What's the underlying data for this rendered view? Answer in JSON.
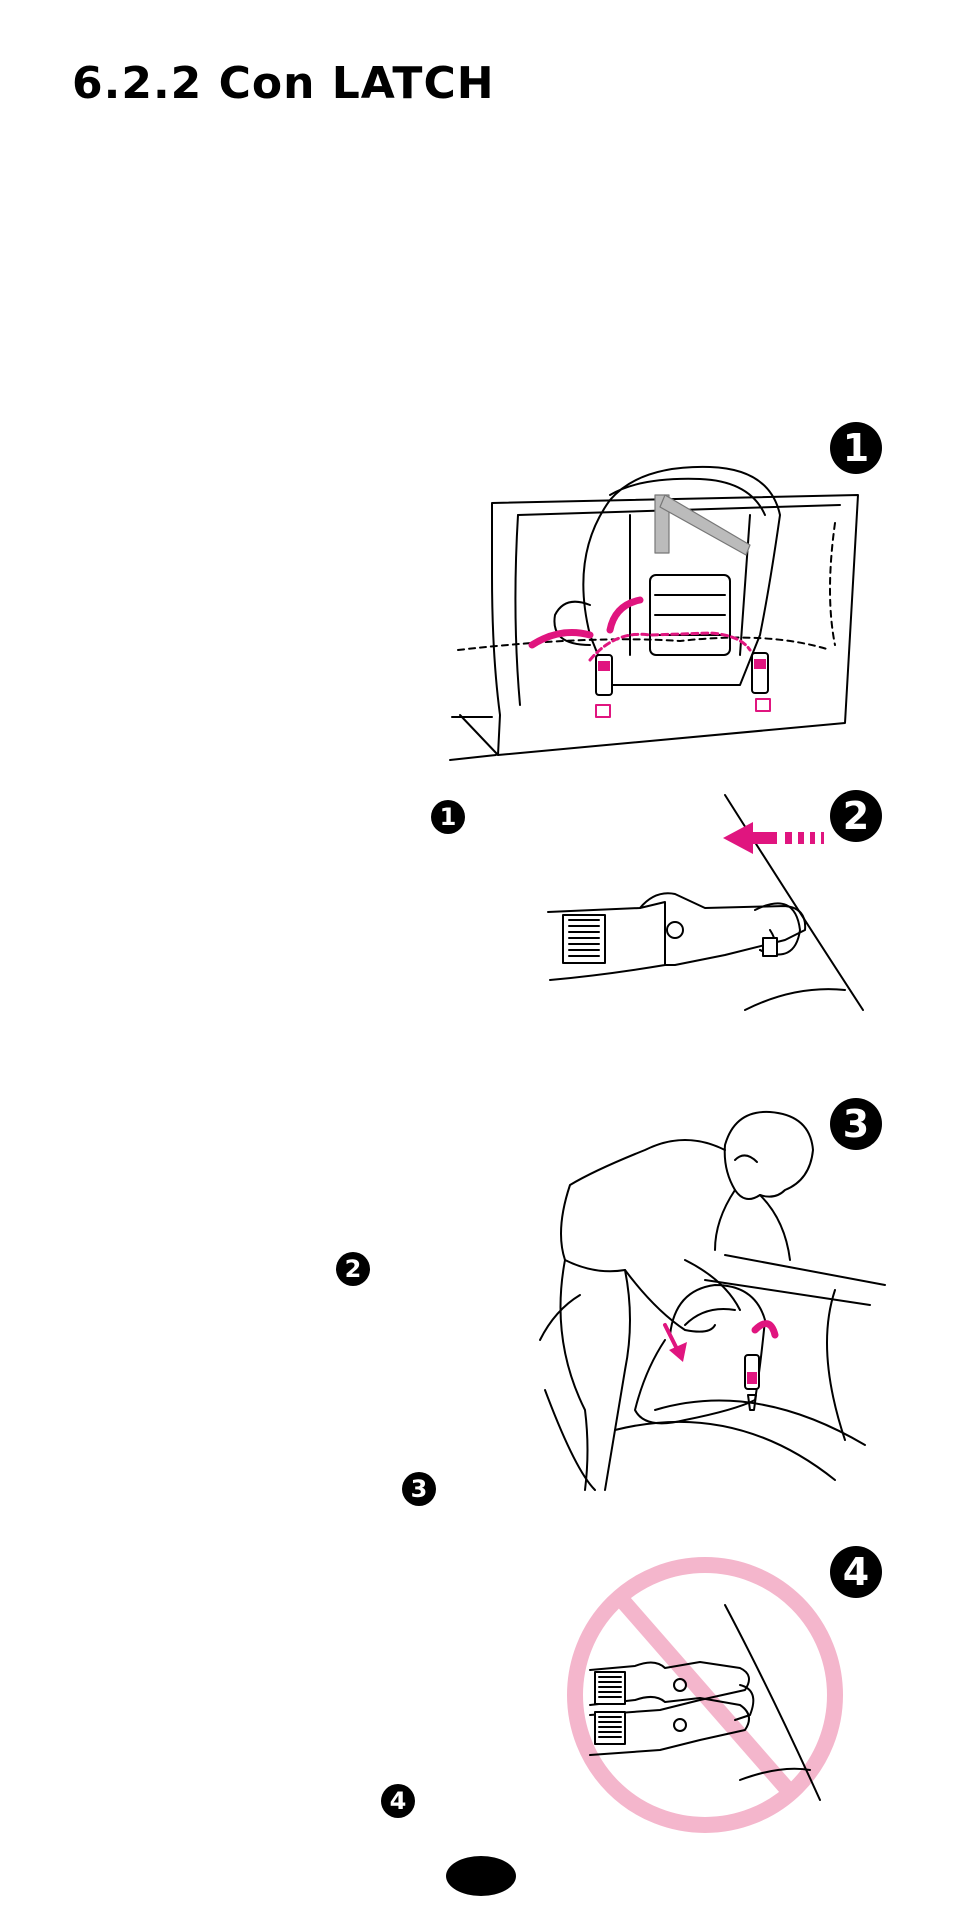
{
  "heading": "6.2.2 Con LATCH",
  "step_markers": {
    "figure_1": "1",
    "figure_2": "2",
    "figure_3": "3",
    "figure_4": "4"
  },
  "text_refs": [
    "1",
    "2",
    "3",
    "4"
  ],
  "colors": {
    "accent": "#e0157f",
    "prohibition": "#f4b6cc",
    "ink": "#000000"
  },
  "figures": [
    {
      "id": "figure-1",
      "depicts": "car seat attached with LATCH connectors to vehicle seat"
    },
    {
      "id": "figure-2",
      "depicts": "LATCH connector clipping onto anchor bar"
    },
    {
      "id": "figure-3",
      "depicts": "adult pushing car seat down while tightening strap"
    },
    {
      "id": "figure-4",
      "depicts": "prohibited: two connectors on one anchor"
    }
  ]
}
